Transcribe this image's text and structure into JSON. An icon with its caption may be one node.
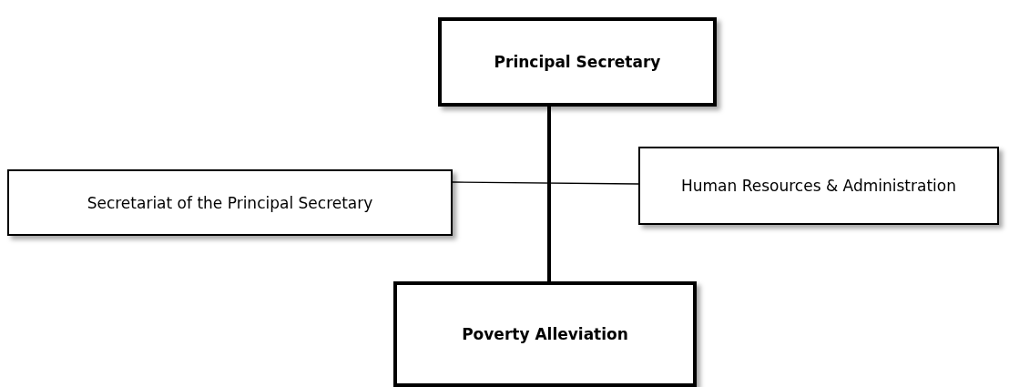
{
  "diagram": {
    "nodes": [
      {
        "text": [
          "Principal Secretary"
        ]
      },
      {
        "text": [
          "Secretariat of the Principal Secretary"
        ]
      },
      {
        "text": [
          "Human Resources & Administration"
        ]
      },
      {
        "text": [
          "Poverty Alleviation"
        ]
      }
    ],
    "edges": [
      {
        "from": 0,
        "to": 3,
        "arrow": "none",
        "style": "thick"
      },
      {
        "from": 1,
        "to": 2,
        "arrow": "none"
      }
    ]
  }
}
